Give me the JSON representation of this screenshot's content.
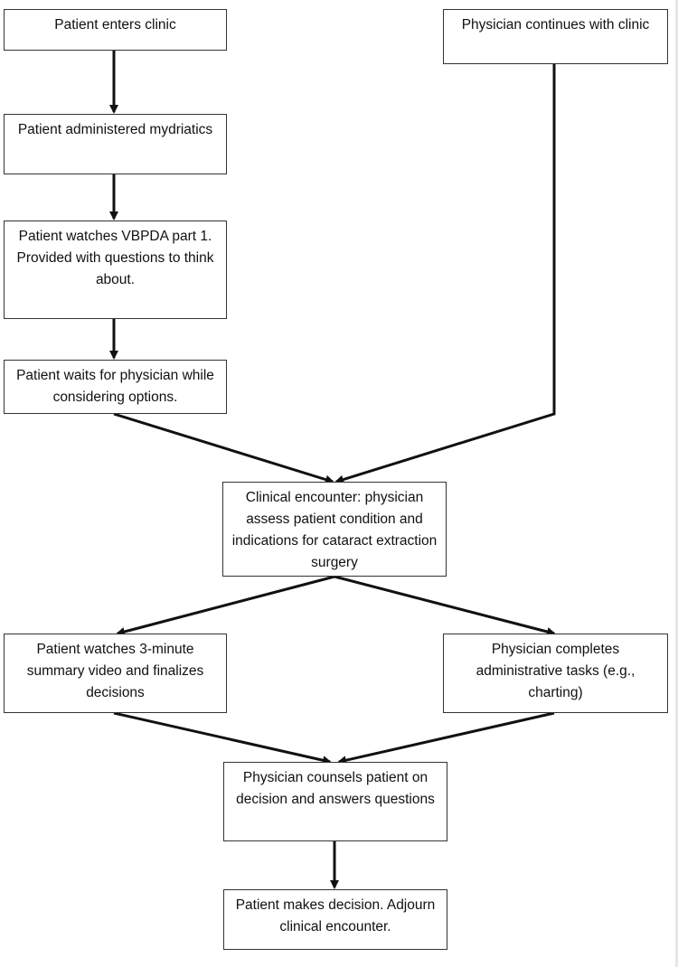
{
  "diagram": {
    "nodes": [
      {
        "id": "enter",
        "text": "Patient enters clinic"
      },
      {
        "id": "mydriatics",
        "text": "Patient administered mydriatics"
      },
      {
        "id": "vbpda",
        "text": "Patient watches VBPDA part 1. Provided with questions to think about."
      },
      {
        "id": "wait",
        "text": "Patient waits for physician while considering options."
      },
      {
        "id": "continue",
        "text": "Physician continues with clinic"
      },
      {
        "id": "encounter",
        "text": "Clinical encounter: physician assess patient condition and indications for cataract extraction surgery"
      },
      {
        "id": "summary",
        "text": "Patient watches 3-minute summary video and finalizes decisions"
      },
      {
        "id": "admin",
        "text": "Physician completes administrative tasks (e.g., charting)"
      },
      {
        "id": "counsel",
        "text": "Physician counsels patient on decision and answers questions"
      },
      {
        "id": "decision",
        "text": "Patient makes decision. Adjourn clinical encounter."
      }
    ],
    "edges": [
      {
        "from": "enter",
        "to": "mydriatics"
      },
      {
        "from": "mydriatics",
        "to": "vbpda"
      },
      {
        "from": "vbpda",
        "to": "wait"
      },
      {
        "from": "wait",
        "to": "encounter"
      },
      {
        "from": "continue",
        "to": "encounter"
      },
      {
        "from": "encounter",
        "to": "summary"
      },
      {
        "from": "encounter",
        "to": "admin"
      },
      {
        "from": "summary",
        "to": "counsel"
      },
      {
        "from": "admin",
        "to": "counsel"
      },
      {
        "from": "counsel",
        "to": "decision"
      }
    ]
  }
}
